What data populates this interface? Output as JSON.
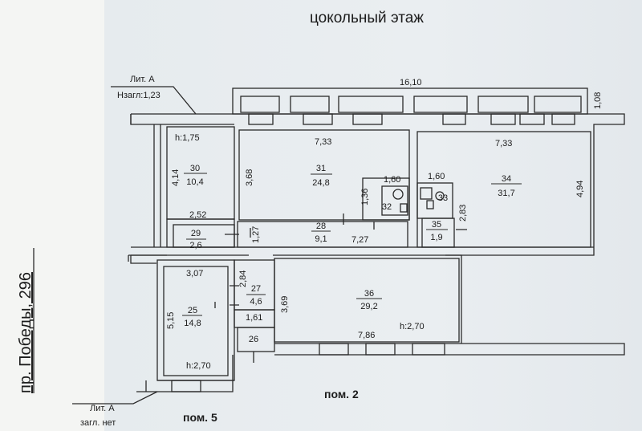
{
  "title": "цокольный этаж",
  "street": "пр. Победы, 296",
  "lit_top": {
    "line1": "Лит. А",
    "line2": "Нзагл:1,23"
  },
  "lit_bottom": {
    "line1": "Лит. А",
    "line2": "загл. нет"
  },
  "pom2": "пом. 2",
  "pom5": "пом. 5",
  "dims": {
    "top_total": "16,10",
    "right_side": "1,08",
    "r31_w": "7,33",
    "r34_w": "7,33",
    "r31_h": "3,68",
    "r30_h": "4,14",
    "r30_ceiling": "h:1,75",
    "r32_w": "1,60",
    "r33_w": "1,60",
    "r32_h": "1,36",
    "r34_h": "4,94",
    "r35_h": "2,83",
    "r29_w": "2,52",
    "r28_h": "1,27",
    "r28_w": "7,27",
    "r25_w": "3,07",
    "r27_h": "2,84",
    "r36_h": "3,69",
    "r26_w": "1,61",
    "r25_h": "5,15",
    "r36_w": "7,86",
    "r36_ceiling": "h:2,70",
    "r25_ceiling": "h:2,70"
  },
  "rooms": [
    {
      "id": "30",
      "area": "10,4"
    },
    {
      "id": "31",
      "area": "24,8"
    },
    {
      "id": "32",
      "area": ""
    },
    {
      "id": "33",
      "area": ""
    },
    {
      "id": "34",
      "area": "31,7"
    },
    {
      "id": "35",
      "area": "1,9"
    },
    {
      "id": "28",
      "area": "9,1"
    },
    {
      "id": "29",
      "area": "2,6"
    },
    {
      "id": "27",
      "area": "4,6"
    },
    {
      "id": "36",
      "area": "29,2"
    },
    {
      "id": "25",
      "area": "14,8"
    },
    {
      "id": "26",
      "area": ""
    }
  ],
  "colors": {
    "line": "#2a2a2a",
    "bg": "#e9edf0",
    "strip": "#f4f5f3"
  }
}
